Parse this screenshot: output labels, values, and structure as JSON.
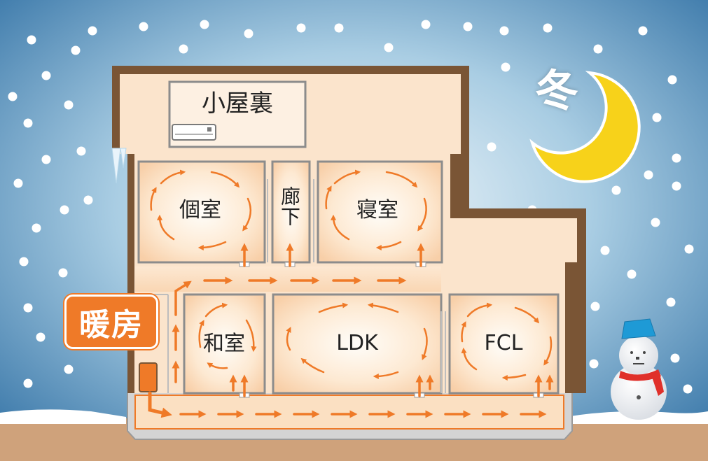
{
  "season": "冬",
  "heating_label": "暖房",
  "rooms": {
    "attic": "小屋裏",
    "private_room": "個室",
    "hallway": "廊\n下",
    "bedroom": "寝室",
    "japanese_room": "和室",
    "ldk": "LDK",
    "fcl": "FCL"
  },
  "colors": {
    "sky": "#2c6ea3",
    "wall": "#7a5535",
    "warm_room": "#fbe4cc",
    "arrow": "#ef7a28",
    "moon": "#f7d21a",
    "ground": "#cfa27b"
  },
  "icons": [
    "moon-icon",
    "snowman-icon",
    "heater-icon",
    "air-conditioner-icon",
    "snowflake-icon"
  ]
}
